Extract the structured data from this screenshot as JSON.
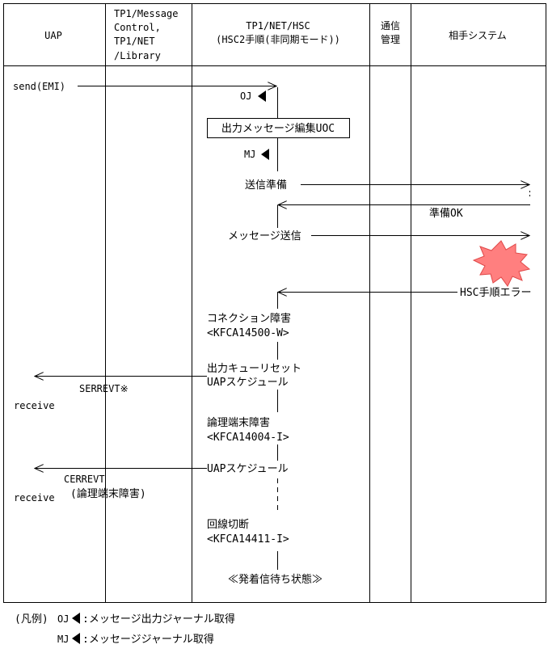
{
  "headers": {
    "uap": "UAP",
    "tp1mc_1": "TP1/Message",
    "tp1mc_2": "Control,",
    "tp1mc_3": "TP1/NET",
    "tp1mc_4": "/Library",
    "hsc_1": "TP1/NET/HSC",
    "hsc_2": "(HSC2手順(非同期モード))",
    "comm_1": "通信",
    "comm_2": "管理",
    "partner": "相手システム"
  },
  "labels": {
    "send": "send(EMI)",
    "oj": "OJ",
    "uoc": "出力メッセージ編集UOC",
    "mj": "MJ",
    "prep": "送信準備",
    "prep_ok": "準備OK",
    "msg_send": "メッセージ送信",
    "hsc_error": "HSC手順エラー",
    "conn_fail_1": "コネクション障害",
    "conn_fail_2": "<KFCA14500-W>",
    "queue_reset": "出力キューリセット",
    "uap_sched_1": "UAPスケジュール",
    "serrevt": "SERREVT※",
    "receive_1": "receive",
    "term_fail_1": "論理端末障害",
    "term_fail_2": "<KFCA14004-I>",
    "uap_sched_2": "UAPスケジュール",
    "cerrevt_1": "CERREVT",
    "cerrevt_2": "(論理端末障害)",
    "receive_2": "receive",
    "disconnect_1": "回線切断",
    "disconnect_2": "<KFCA14411-I>",
    "wait_state": "≪発着信待ち状態≫"
  },
  "legend": {
    "title": "(凡例)",
    "oj_key": "OJ",
    "oj_desc": ":メッセージ出力ジャーナル取得",
    "mj_key": "MJ",
    "mj_desc": ":メッセージジャーナル取得"
  }
}
